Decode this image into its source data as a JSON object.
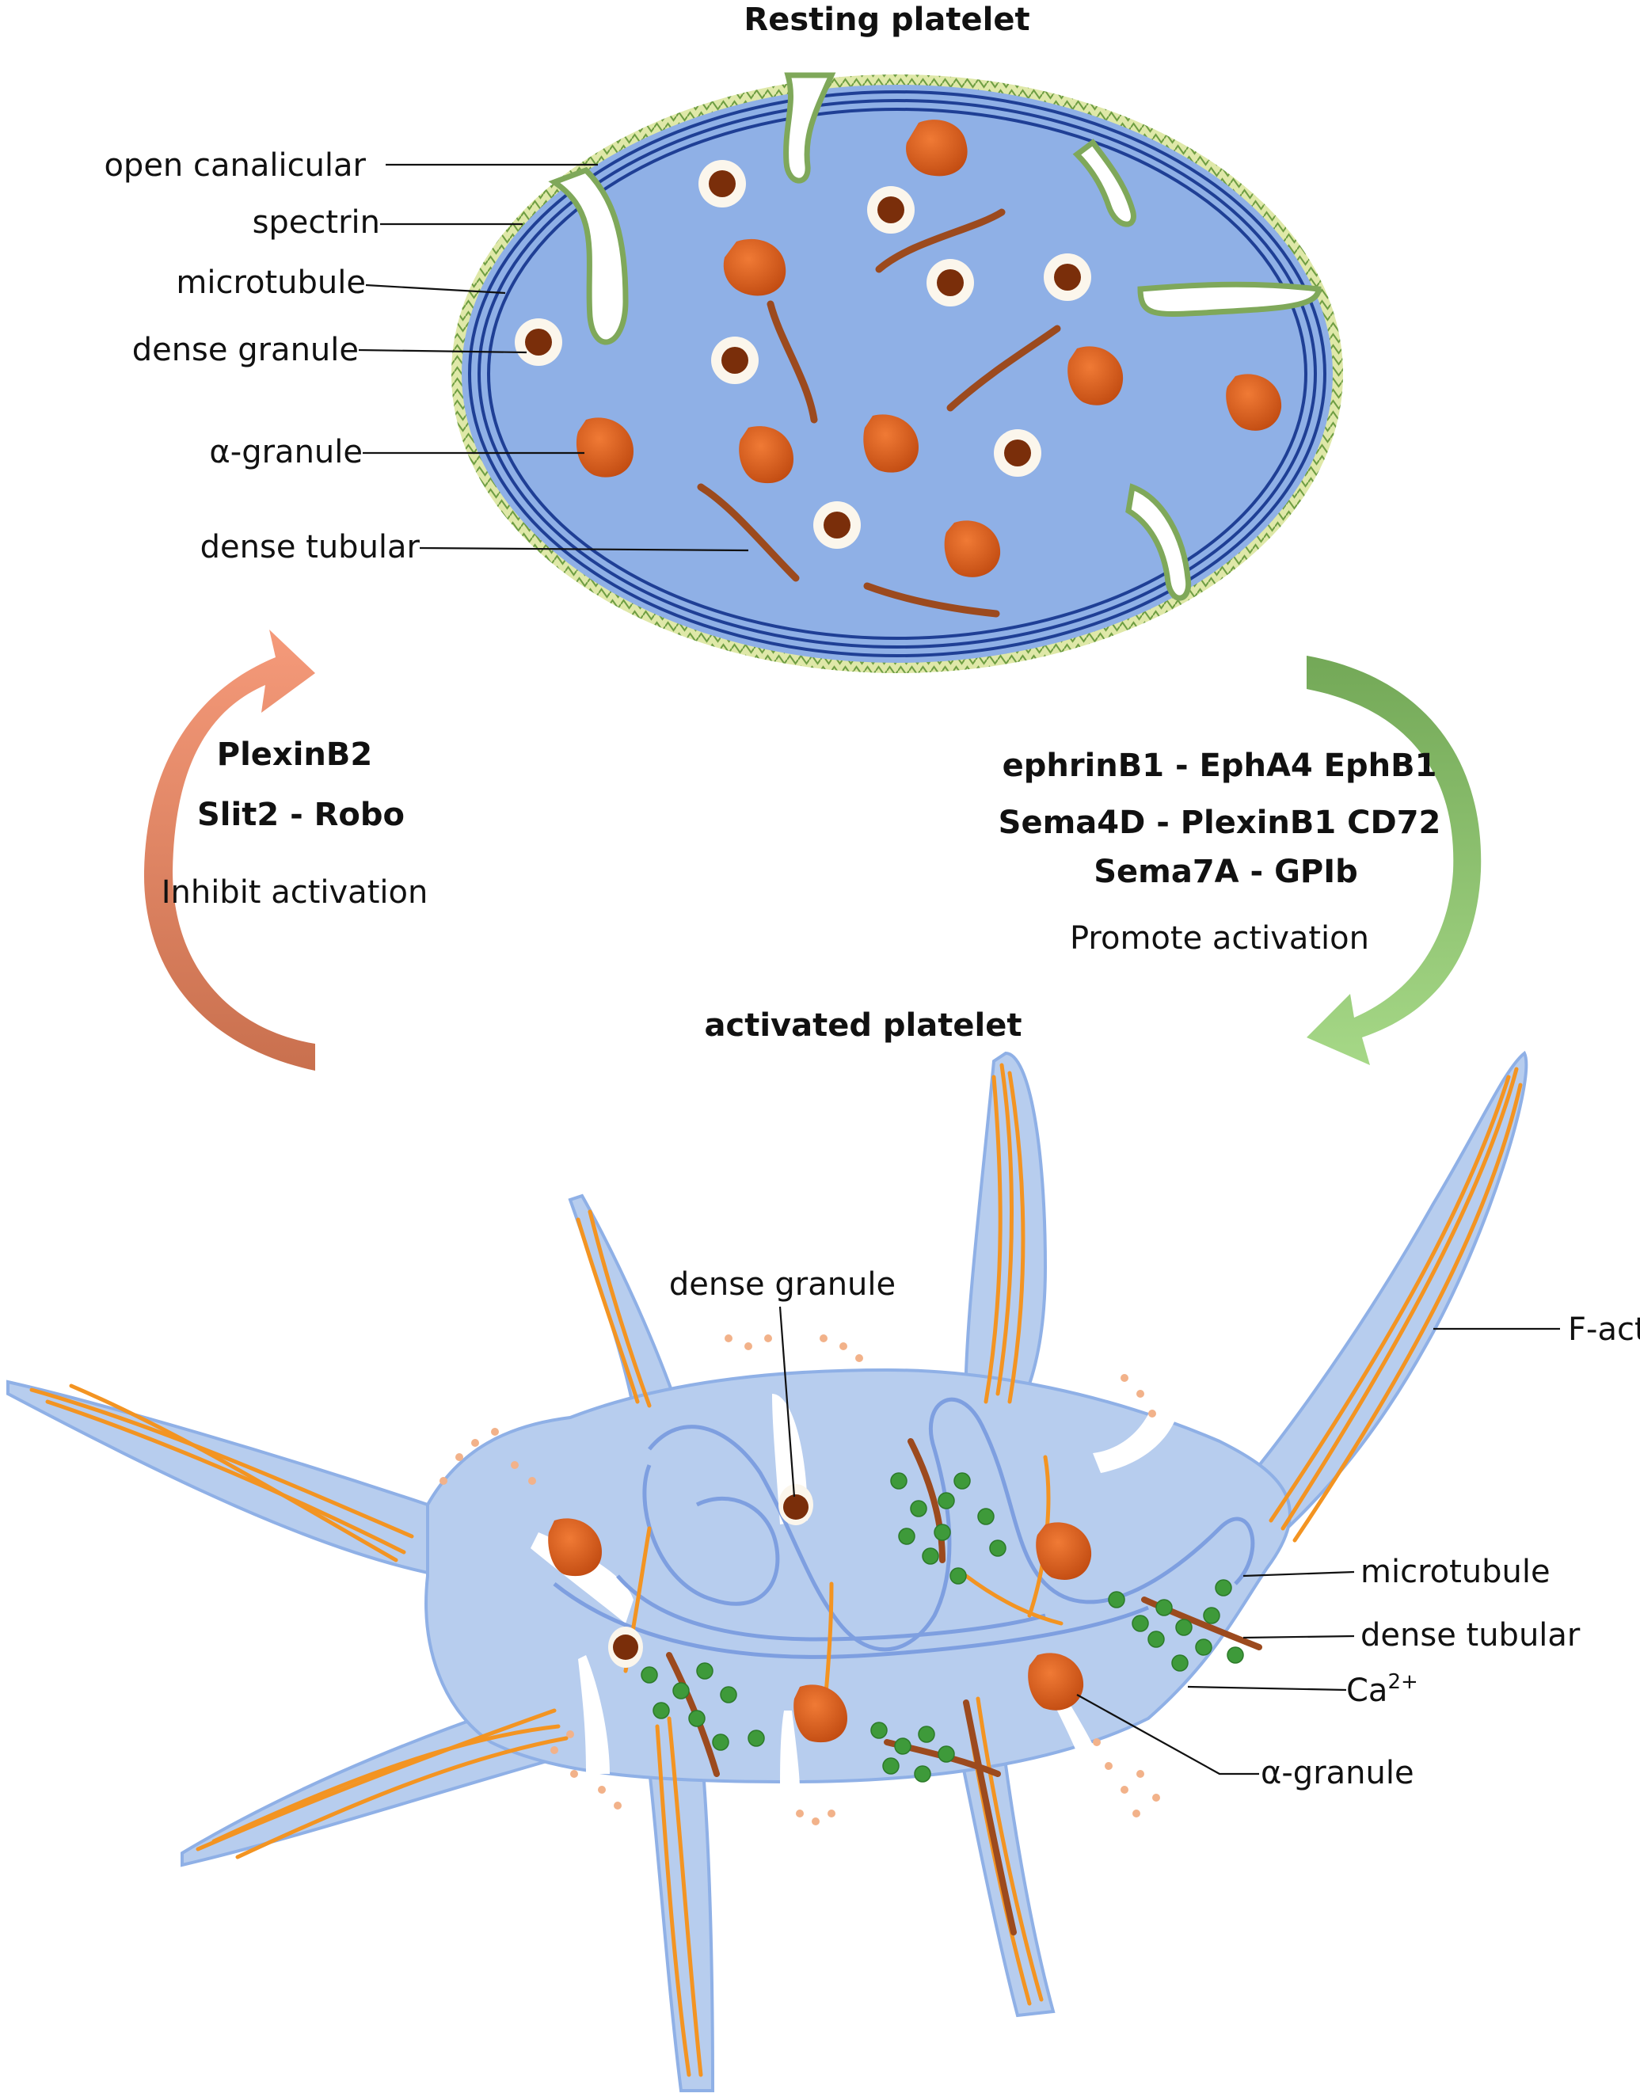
{
  "resting": {
    "title": "Resting platelet",
    "labels": {
      "open_canalicular": "open canalicular",
      "spectrin": "spectrin",
      "microtubule": "microtubule",
      "dense_granule": "dense granule",
      "alpha_granule": "α-granule",
      "dense_tubular": "dense tubular"
    }
  },
  "inhibit": {
    "line1": "PlexinB2",
    "line2": "Slit2 - Robo",
    "caption": "Inhibit activation"
  },
  "promote": {
    "line1": "ephrinB1 - EphA4 EphB1",
    "line2": "Sema4D - PlexinB1 CD72",
    "line3": "Sema7A - GPIb",
    "caption": "Promote activation"
  },
  "activated": {
    "title": "activated platelet",
    "labels": {
      "dense_granule": "dense granule",
      "f_actin": "F-actin",
      "microtubule": "microtubule",
      "dense_tubular": "dense tubular",
      "ca": "Ca",
      "ca_charge": "2+",
      "alpha_granule": "α-granule"
    }
  },
  "colors": {
    "cytoplasm_resting": "#8fb0e6",
    "cytoplasm_activated": "#b7cdee",
    "microtubule_ring": "#1f3f95",
    "alpha_granule": "#d8581a",
    "dense_core": "#7a2e0a",
    "dense_tubular": "#9c4a1e",
    "f_actin": "#f39422",
    "ca_dot": "#3e9a3a",
    "inhibit_arrow": "#f0906a",
    "promote_arrow": "#8cc76a"
  }
}
